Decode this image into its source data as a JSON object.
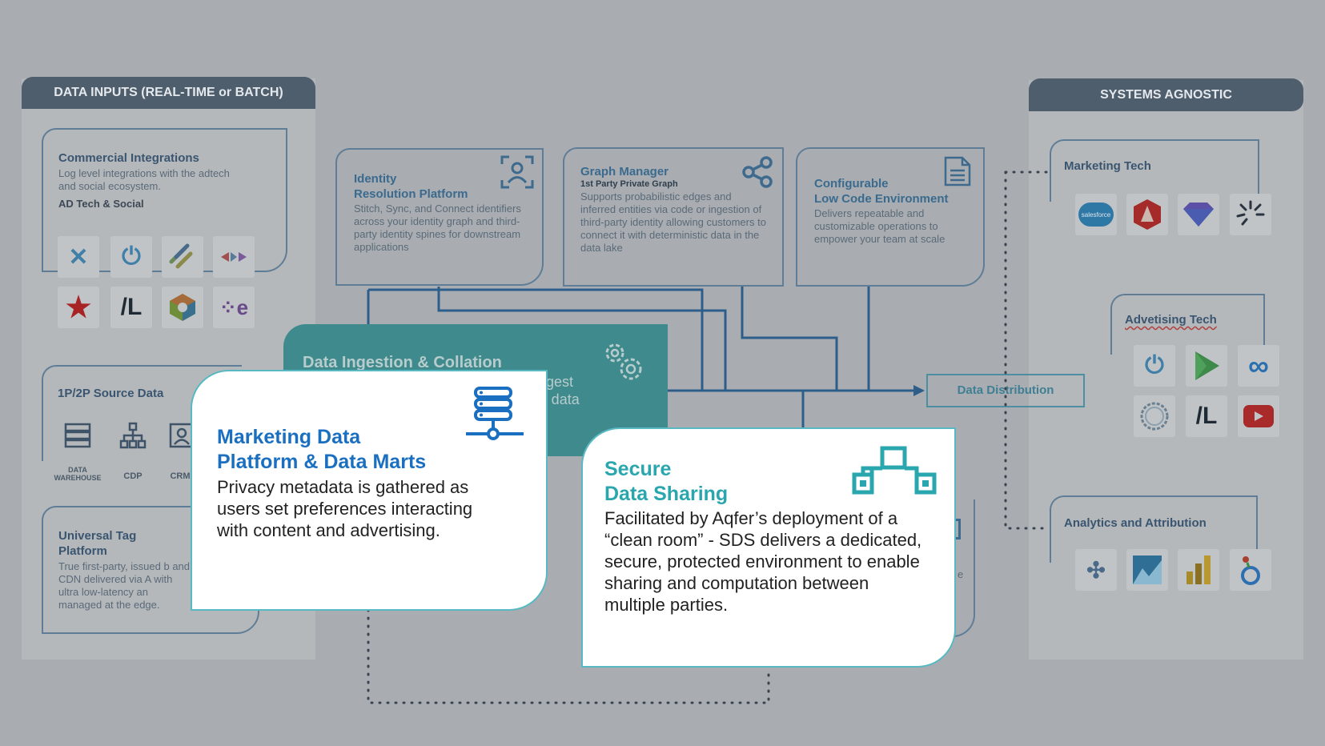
{
  "inputs": {
    "header": "DATA INPUTS (REAL-TIME or  BATCH)",
    "commercial": {
      "title": "Commercial Integrations",
      "desc": "Log level integrations with the adtech and social ecosystem.",
      "sub": "AD Tech & Social"
    },
    "source": {
      "title": "1P/2P Source Data",
      "items": [
        "DATA WAREHOUSE",
        "CDP",
        "CRM"
      ]
    },
    "tag": {
      "title": "Universal Tag Platform",
      "desc": "True first-party, issued b and CDN delivered via A with ultra low-latency an managed at the edge."
    }
  },
  "systems": {
    "header": "SYSTEMS AGNOSTIC",
    "marketing": "Marketing Tech",
    "advertising": "Advetising Tech",
    "analytics": "Analytics and Attribution",
    "salesforce_label": "salesforce"
  },
  "identity": {
    "title_line1": "Identity",
    "title_line2": "Resolution Platform",
    "desc": "Stitch, Sync, and Connect identifiers across your identity graph and third-party identity spines for downstream applications"
  },
  "graph": {
    "title": "Graph Manager",
    "subtitle": "1st Party Private Graph",
    "desc": "Supports probabilistic edges and inferred entities via code or ingestion of third-party identity allowing customers to connect it with deterministic data in the data lake"
  },
  "config": {
    "title_line1": "Configurable",
    "title_line2": "Low Code Environment",
    "desc": "Delivers repeatable and customizable operations to empower your team at scale"
  },
  "ingestion": {
    "title": "Data Ingestion & Collation",
    "frag1": "gest",
    "frag2": "P data"
  },
  "distribution": {
    "label": "Data Distribution"
  },
  "hidden_fragment": "e",
  "marts": {
    "title_line1": "Marketing Data",
    "title_line2": "Platform & Data Marts",
    "desc": "Privacy metadata is gathered as users set preferences interacting with content and advertising."
  },
  "sharing": {
    "title_line1": "Secure",
    "title_line2": "Data Sharing",
    "desc": "Facilitated by Aqfer’s deployment of a “clean room” -  SDS delivers a dedicated, secure, protected environment to enable sharing and computation between multiple parties."
  },
  "colors": {
    "overlay_bg": "#a9adb1",
    "header_bg": "#4e5e6c",
    "teal": "#3fa5a8",
    "blue": "#1a6fc0",
    "card_border": "#58b9c2"
  }
}
